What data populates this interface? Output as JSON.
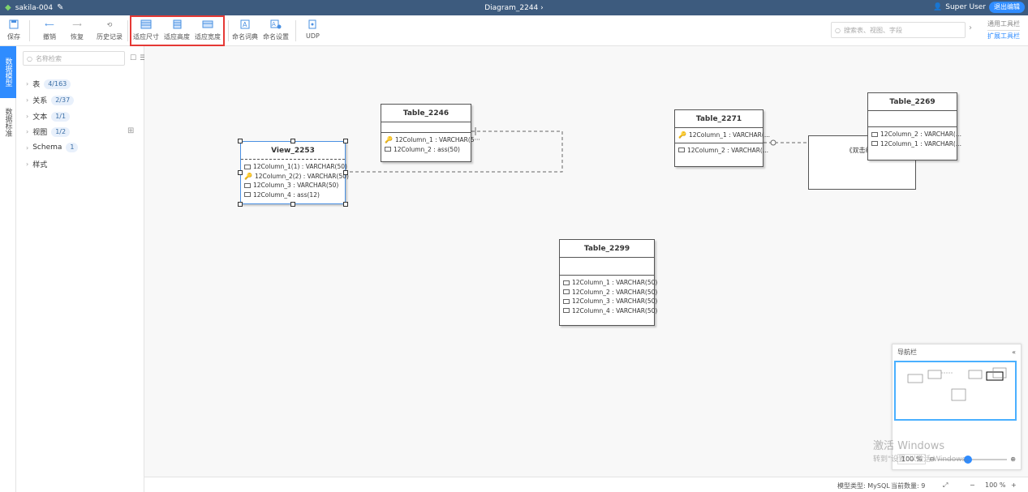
{
  "titlebar": {
    "project_name": "sakila-004",
    "diagram_title": "Diagram_2244",
    "user_name": "Super User",
    "exit_label": "退出编辑"
  },
  "toolbar": {
    "save": "保存",
    "undo": "撤销",
    "redo": "恢复",
    "history": "历史记录",
    "fit_size": "适应尺寸",
    "fit_height": "适应高度",
    "fit_width": "适应宽度",
    "naming_dict": "命名词典",
    "naming_settings": "命名设置",
    "udp": "UDP",
    "search_placeholder": "搜索表、视图、字段",
    "tab_general": "通用工具栏",
    "tab_extended": "扩展工具栏"
  },
  "sidetabs": [
    "数据模型",
    "数据标准"
  ],
  "tree": {
    "search_placeholder": "名称检索",
    "items": [
      {
        "label": "表",
        "count": "4/163"
      },
      {
        "label": "关系",
        "count": "2/37"
      },
      {
        "label": "文本",
        "count": "1/1"
      },
      {
        "label": "视图",
        "count": "1/2"
      },
      {
        "label": "Schema",
        "count": "1"
      },
      {
        "label": "样式",
        "count": ""
      }
    ]
  },
  "entities": {
    "t2246": {
      "name": "Table_2246",
      "cols": [
        "12Column_1 : VARCHAR(5···",
        "12Column_2 : ass(50)"
      ]
    },
    "v2253": {
      "name": "View_2253",
      "cols": [
        "12Column_1(1) : VARCHAR(50)",
        "12Column_2(2) : VARCHAR(50)",
        "12Column_3 : VARCHAR(50)",
        "12Column_4 : ass(12)"
      ]
    },
    "t2271": {
      "name": "Table_2271",
      "cols": [
        "12Column_1 : VARCHAR(...",
        "12Column_2 : VARCHAR(..."
      ]
    },
    "t2269": {
      "name": "Table_2269",
      "cols": [
        "12Column_2 : VARCHAR(...",
        "12Column_1 : VARCHAR(..."
      ]
    },
    "t2299": {
      "name": "Table_2299",
      "cols": [
        "12Column_1 : VARCHAR(50)",
        "12Column_2 : VARCHAR(50)",
        "12Column_3 : VARCHAR(50)",
        "12Column_4 : VARCHAR(50)"
      ]
    }
  },
  "note_text": "《双击编辑",
  "navigator": {
    "title": "导航栏",
    "zoom": "100 %"
  },
  "watermark": {
    "line1": "激活 Windows",
    "line2": "转到\"设置\"以激活 Windows。"
  },
  "status": {
    "model_type": "模型类型: MySQL",
    "count": "当前数量: 9",
    "zoom": "100 %"
  },
  "colors": {
    "titlebar": "#3d5b7e",
    "accent": "#2f8cff",
    "highlight": "#e53935"
  }
}
